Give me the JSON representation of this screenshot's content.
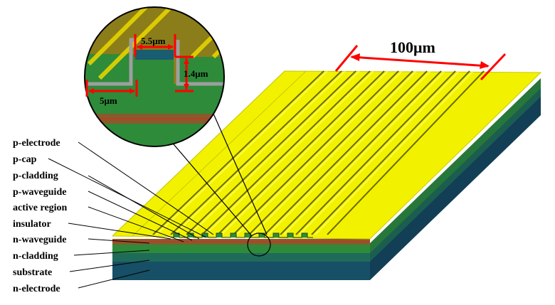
{
  "layer_labels": {
    "p_electrode": "p-electrode",
    "p_cap": "p-cap",
    "p_cladding": "p-cladding",
    "p_waveguide": "p-waveguide",
    "active_region": "active region",
    "insulator": "insulator",
    "n_waveguide": "n-waveguide",
    "n_cladding": "n-cladding",
    "substrate": "substrate",
    "n_electrode": "n-electrode"
  },
  "dimensions": {
    "array_width": "100μm",
    "ridge_width": "5.5μm",
    "ridge_height": "1.4μm",
    "trench_width": "5μm"
  },
  "colors": {
    "electrode": "#f2f200",
    "cladding": "#2e7d32",
    "substrate": "#1a5c70",
    "active": "#b8860b",
    "insulator": "#9e9e9e",
    "dimension": "#ff0000"
  }
}
